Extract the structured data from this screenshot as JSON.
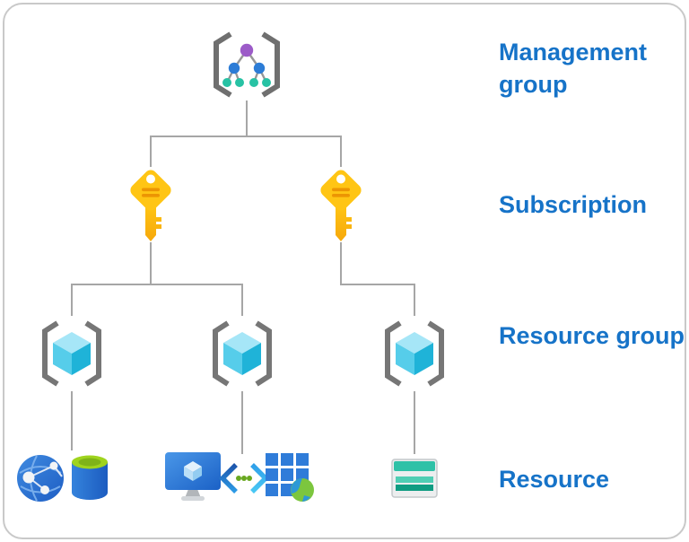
{
  "diagram": {
    "type": "hierarchy",
    "levels": [
      {
        "label": "Management group",
        "count": 1,
        "icon": "management-group-icon"
      },
      {
        "label": "Subscription",
        "count": 2,
        "icon": "subscription-key-icon"
      },
      {
        "label": "Resource group",
        "count": 3,
        "icon": "resource-group-icon"
      },
      {
        "label": "Resource",
        "count": 6,
        "icons": [
          "globe-network-icon",
          "database-icon",
          "virtual-machine-icon",
          "code-icon",
          "app-grid-globe-icon",
          "table-storage-icon"
        ]
      }
    ]
  },
  "labels": {
    "management_group": "Management group",
    "subscription": "Subscription",
    "resource_group": "Resource group",
    "resource": "Resource"
  },
  "colors": {
    "label_text": "#1673c8",
    "connector_gray": "#a6a6a6",
    "bracket_gray": "#6f6f6f",
    "key_yellow": "#ffc514",
    "key_orange": "#f6a80b",
    "cube_top": "#a6e6f7",
    "cube_left": "#56cdea",
    "cube_right": "#1fb3d8",
    "node_purple": "#9c5bc8",
    "node_blue": "#2c7cd6",
    "node_teal": "#27c2a4",
    "table_teal": "#2ec1a7",
    "card_border": "#c9c9c9"
  }
}
